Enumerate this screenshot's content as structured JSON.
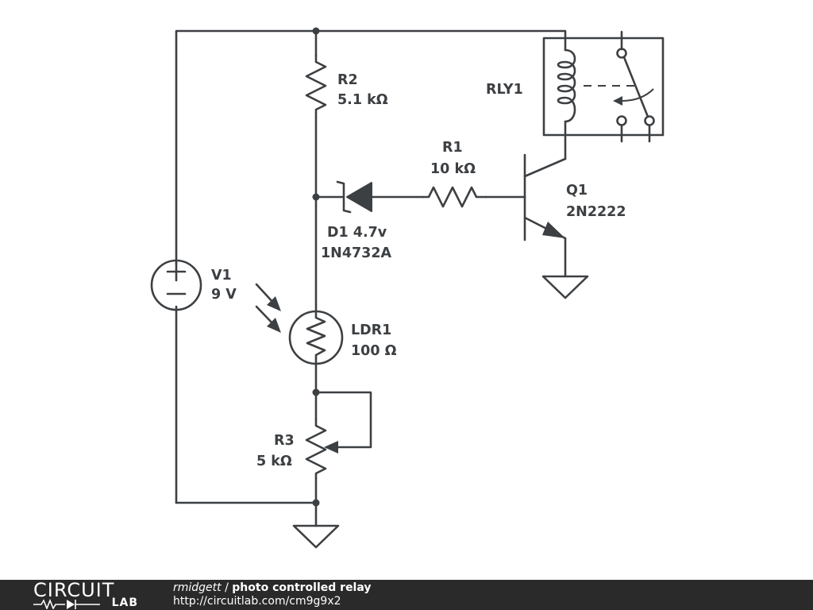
{
  "colors": {
    "ink": "#3d4043",
    "footer_bg": "#2a2a2a",
    "footer_text": "#ffffff"
  },
  "components": {
    "v1": {
      "name": "V1",
      "value": "9 V",
      "plus": "+",
      "minus": "−"
    },
    "r2": {
      "name": "R2",
      "value": "5.1 kΩ"
    },
    "d1": {
      "name": "D1 4.7v",
      "part": "1N4732A"
    },
    "r1": {
      "name": "R1",
      "value": "10 kΩ"
    },
    "q1": {
      "name": "Q1",
      "part": "2N2222"
    },
    "rly1": {
      "name": "RLY1"
    },
    "ldr1": {
      "name": "LDR1",
      "value": "100 Ω"
    },
    "r3": {
      "name": "R3",
      "value": "5 kΩ"
    }
  },
  "footer": {
    "logo_top": "CIRCUIT",
    "logo_bottom": "LAB",
    "author": "rmidgett",
    "separator": "/",
    "title": "photo controlled relay",
    "url": "http://circuitlab.com/cm9g9x2"
  }
}
